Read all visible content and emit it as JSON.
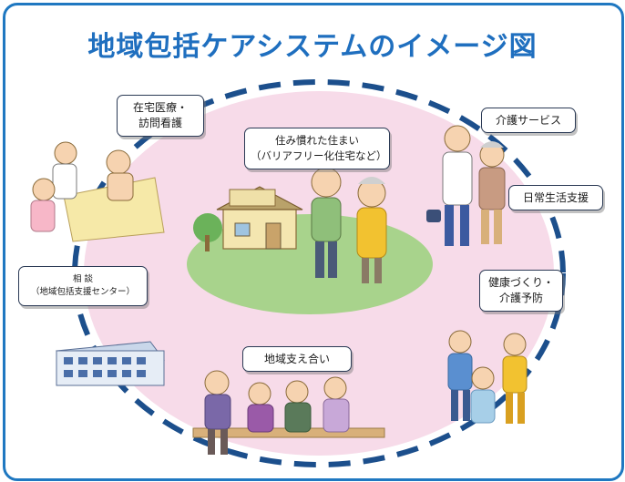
{
  "title": "地域包括ケアシステムのイメージ図",
  "labels": {
    "home_medical": "在宅医療・\n訪問看護",
    "housing": "住み慣れた住まい\n（バリアフリー化住宅など）",
    "care_service": "介護サービス",
    "daily_support": "日常生活支援",
    "health_prevention": "健康づくり・\n介護予防",
    "consultation": "相 談\n（地域包括支援センター）",
    "mutual_support": "地域支え合い"
  },
  "colors": {
    "frame": "#1f78c1",
    "title": "#1f6fbf",
    "ellipse_fill": "#f7dbe9",
    "dash_ring": "#1c4f8c",
    "ground": "#a8d38c"
  }
}
